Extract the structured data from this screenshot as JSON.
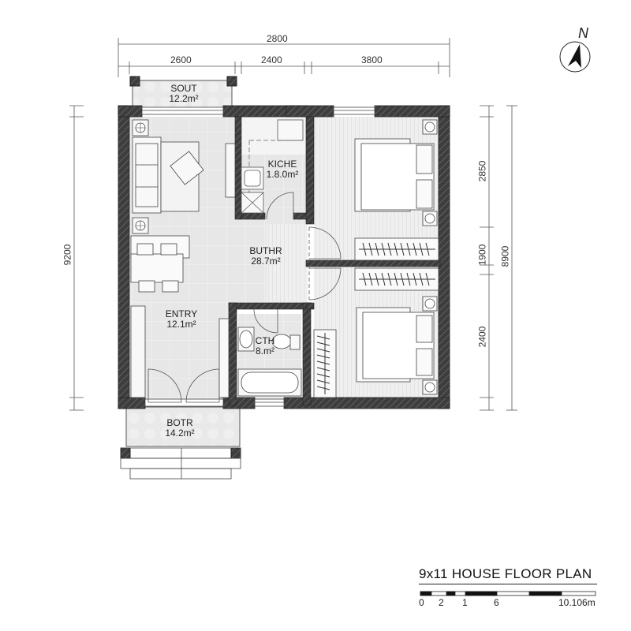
{
  "plan": {
    "title": "9x11 HOUSE FLOOR PLAN",
    "north_label": "N"
  },
  "dimensions": {
    "top_overall": "2800",
    "top_segments": [
      "2600",
      "2400",
      "3800"
    ],
    "left_overall": "9200",
    "right_segments": [
      "2850",
      "1900",
      "2400"
    ],
    "right_overall": "8900"
  },
  "rooms": [
    {
      "name": "SOUT",
      "area": "12.2m²"
    },
    {
      "name": "KICHE",
      "area": "1.8.0m²"
    },
    {
      "name": "BUTHR",
      "area": "28.7m²"
    },
    {
      "name": "ENTRY",
      "area": "12.1m²"
    },
    {
      "name": "CTH",
      "area": "8.m²"
    },
    {
      "name": "BOTR",
      "area": "14.2m²"
    }
  ],
  "scale_bar": {
    "labels": [
      "0",
      "2",
      "1",
      "6",
      "10.106m"
    ]
  },
  "colors": {
    "wall": "#3a3a3a",
    "floor_tile": "#e6e6e6",
    "bedroom_floor": "#ececec",
    "line": "#444444"
  }
}
